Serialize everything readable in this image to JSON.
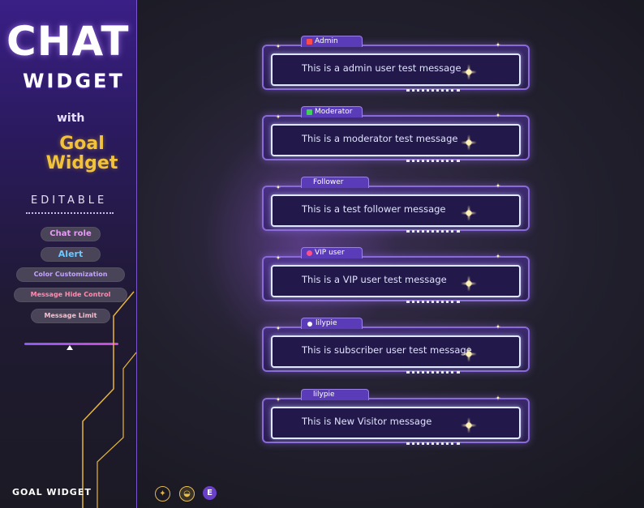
{
  "sidebar": {
    "title_line1": "CHAT",
    "title_line2": "WIDGET",
    "with": "with",
    "goal_line1": "Goal",
    "goal_line2": "Widget",
    "editable": "EDITABLE",
    "features": [
      "Chat role",
      "Alert",
      "Color Customization",
      "Message Hide Control",
      "Message  Limit"
    ],
    "footer": "GOAL WIDGET"
  },
  "colors": {
    "accent": "#8a6ad8",
    "gold": "#f2c23a",
    "panel": "#2a1a5c"
  },
  "bottom_icons": [
    "streamelements-icon",
    "streamlabs-icon",
    "e-icon"
  ],
  "messages": [
    {
      "role": "Admin",
      "icon": "admin-badge-icon",
      "text": "This is a admin user test message"
    },
    {
      "role": "Moderator",
      "icon": "moderator-badge-icon",
      "text": "This is a moderator test message"
    },
    {
      "role": "Follower",
      "icon": "",
      "text": "This is a test follower message"
    },
    {
      "role": "VIP user",
      "icon": "vip-badge-icon",
      "text": "This is a VIP user test message"
    },
    {
      "role": "lilypie",
      "icon": "subscriber-badge-icon",
      "text": "This is subscriber user test message"
    },
    {
      "role": "lilypie",
      "icon": "",
      "text": "This is New Visitor message"
    }
  ]
}
